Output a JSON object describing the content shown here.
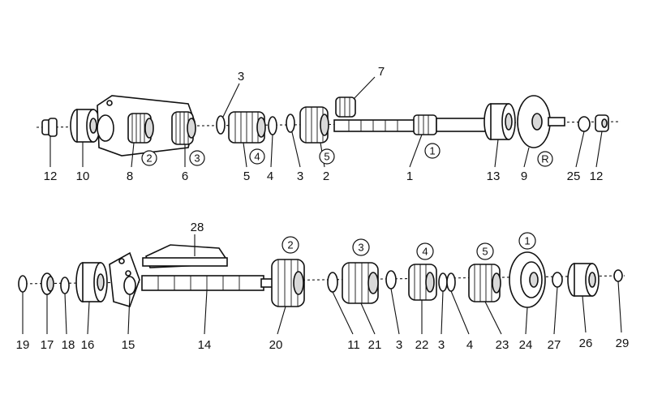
{
  "upper_assembly": {
    "part_numbers": [
      "3",
      "7",
      "12",
      "10",
      "8",
      "6",
      "5",
      "4",
      "3",
      "2",
      "1",
      "13",
      "9",
      "25",
      "12"
    ],
    "gear_markers": [
      "2",
      "3",
      "4",
      "5",
      "1",
      "R"
    ]
  },
  "lower_assembly": {
    "part_numbers": [
      "28",
      "19",
      "17",
      "18",
      "16",
      "15",
      "14",
      "20",
      "11",
      "21",
      "3",
      "22",
      "3",
      "4",
      "23",
      "24",
      "27",
      "26",
      "29"
    ],
    "gear_markers": [
      "2",
      "3",
      "4",
      "5",
      "1"
    ]
  }
}
